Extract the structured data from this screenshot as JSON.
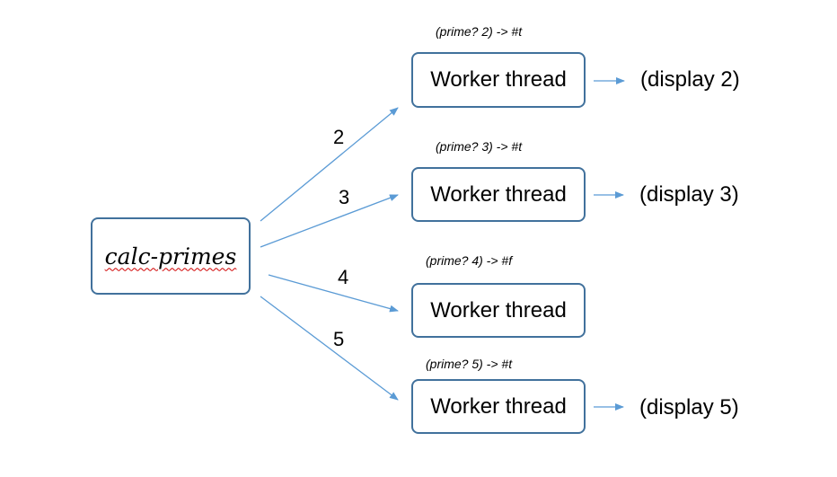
{
  "source": {
    "label": "calc-primes"
  },
  "inputs": [
    "2",
    "3",
    "4",
    "5"
  ],
  "workers": [
    {
      "label": "Worker thread",
      "note": "(prime? 2) -> #t",
      "output": "(display 2)"
    },
    {
      "label": "Worker thread",
      "note": "(prime? 3) -> #t",
      "output": "(display 3)"
    },
    {
      "label": "Worker thread",
      "note": "(prime? 4) -> #f",
      "output": ""
    },
    {
      "label": "Worker thread",
      "note": "(prime? 5) -> #t",
      "output": "(display 5)"
    }
  ],
  "colors": {
    "arrow": "#5b9bd5",
    "box_border": "#41719c"
  }
}
